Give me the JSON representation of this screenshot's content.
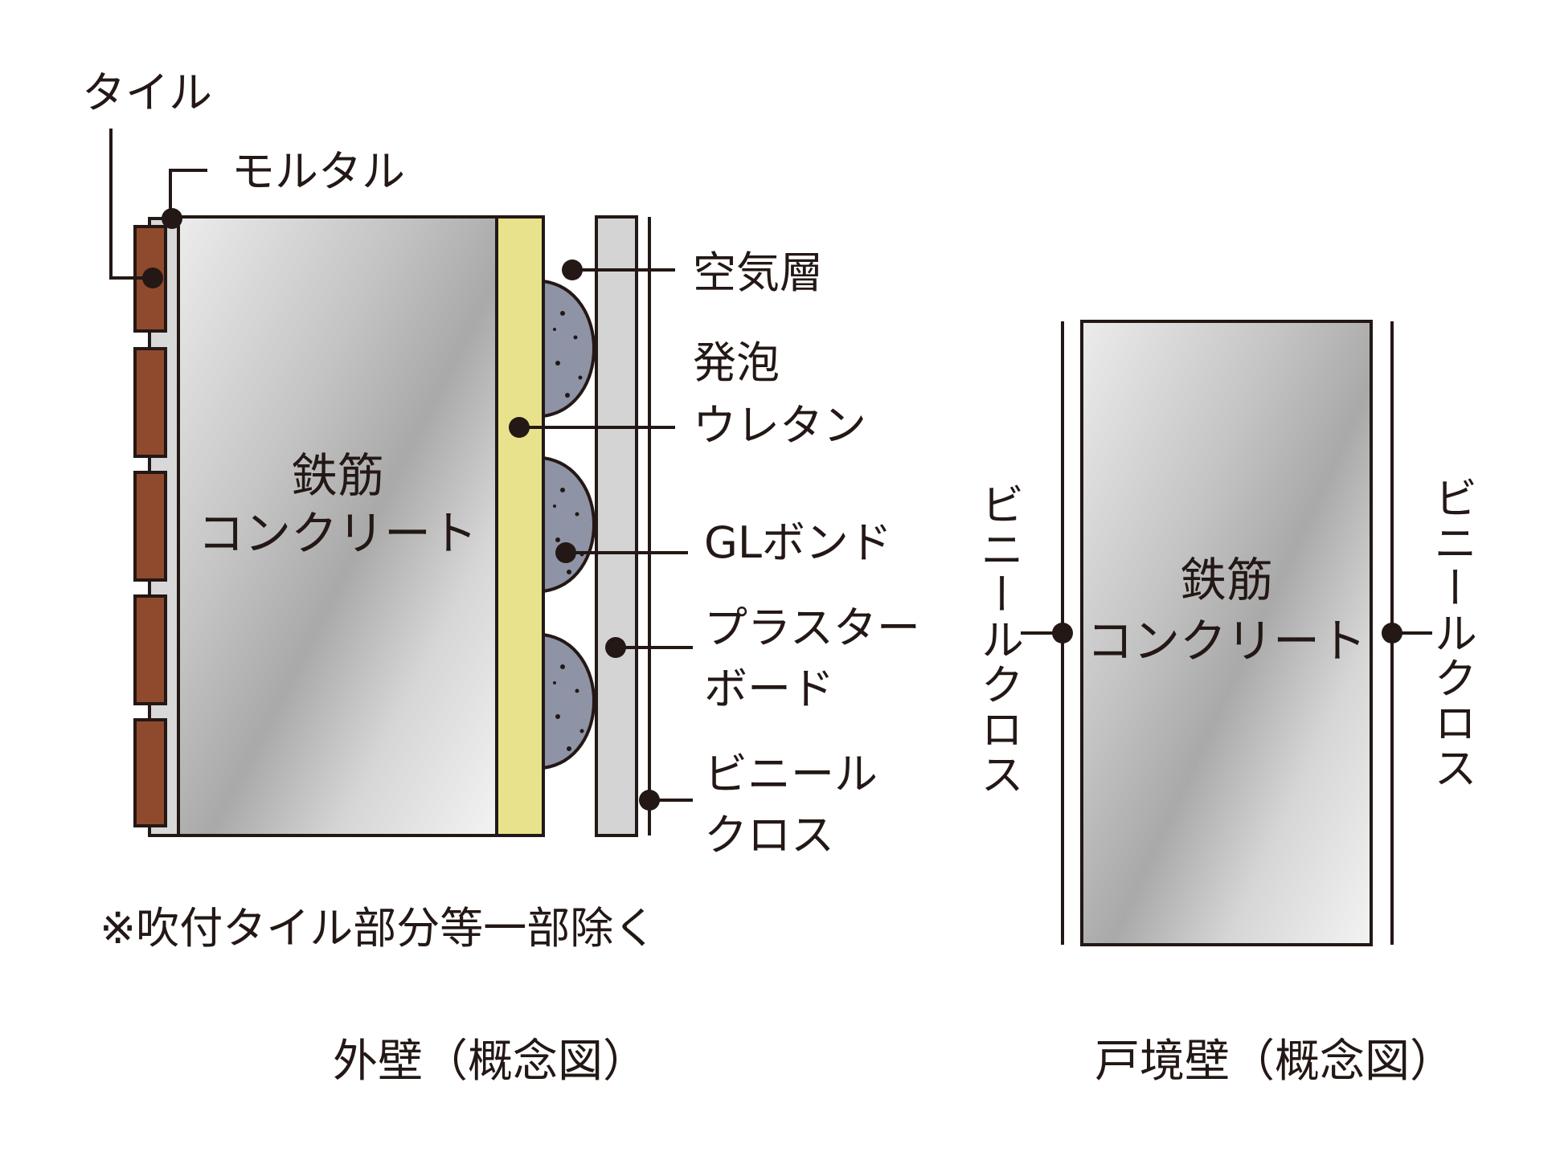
{
  "exterior": {
    "labels": {
      "tile": "タイル",
      "mortar": "モルタル",
      "air_layer": "空気層",
      "urethane_1": "発泡",
      "urethane_2": "ウレタン",
      "gl_bond": "GLボンド",
      "plaster_1": "プラスター",
      "plaster_2": "ボード",
      "vinyl_1": "ビニール",
      "vinyl_2": "クロス",
      "concrete_1": "鉄筋",
      "concrete_2": "コンクリート"
    },
    "note": "※吹付タイル部分等一部除く",
    "caption": "外壁（概念図）"
  },
  "boundary": {
    "labels": {
      "concrete_1": "鉄筋",
      "concrete_2": "コンクリート",
      "vinyl_left": "ビニールクロス",
      "vinyl_right": "ビニールクロス"
    },
    "caption": "戸境壁（概念図）"
  },
  "colors": {
    "line": "#231815",
    "tile": "#8f4a2e",
    "mortar": "#d8d8d8",
    "urethane": "#e8e28c",
    "gl_bond": "#8e93a6",
    "board": "#d4d4d4"
  }
}
